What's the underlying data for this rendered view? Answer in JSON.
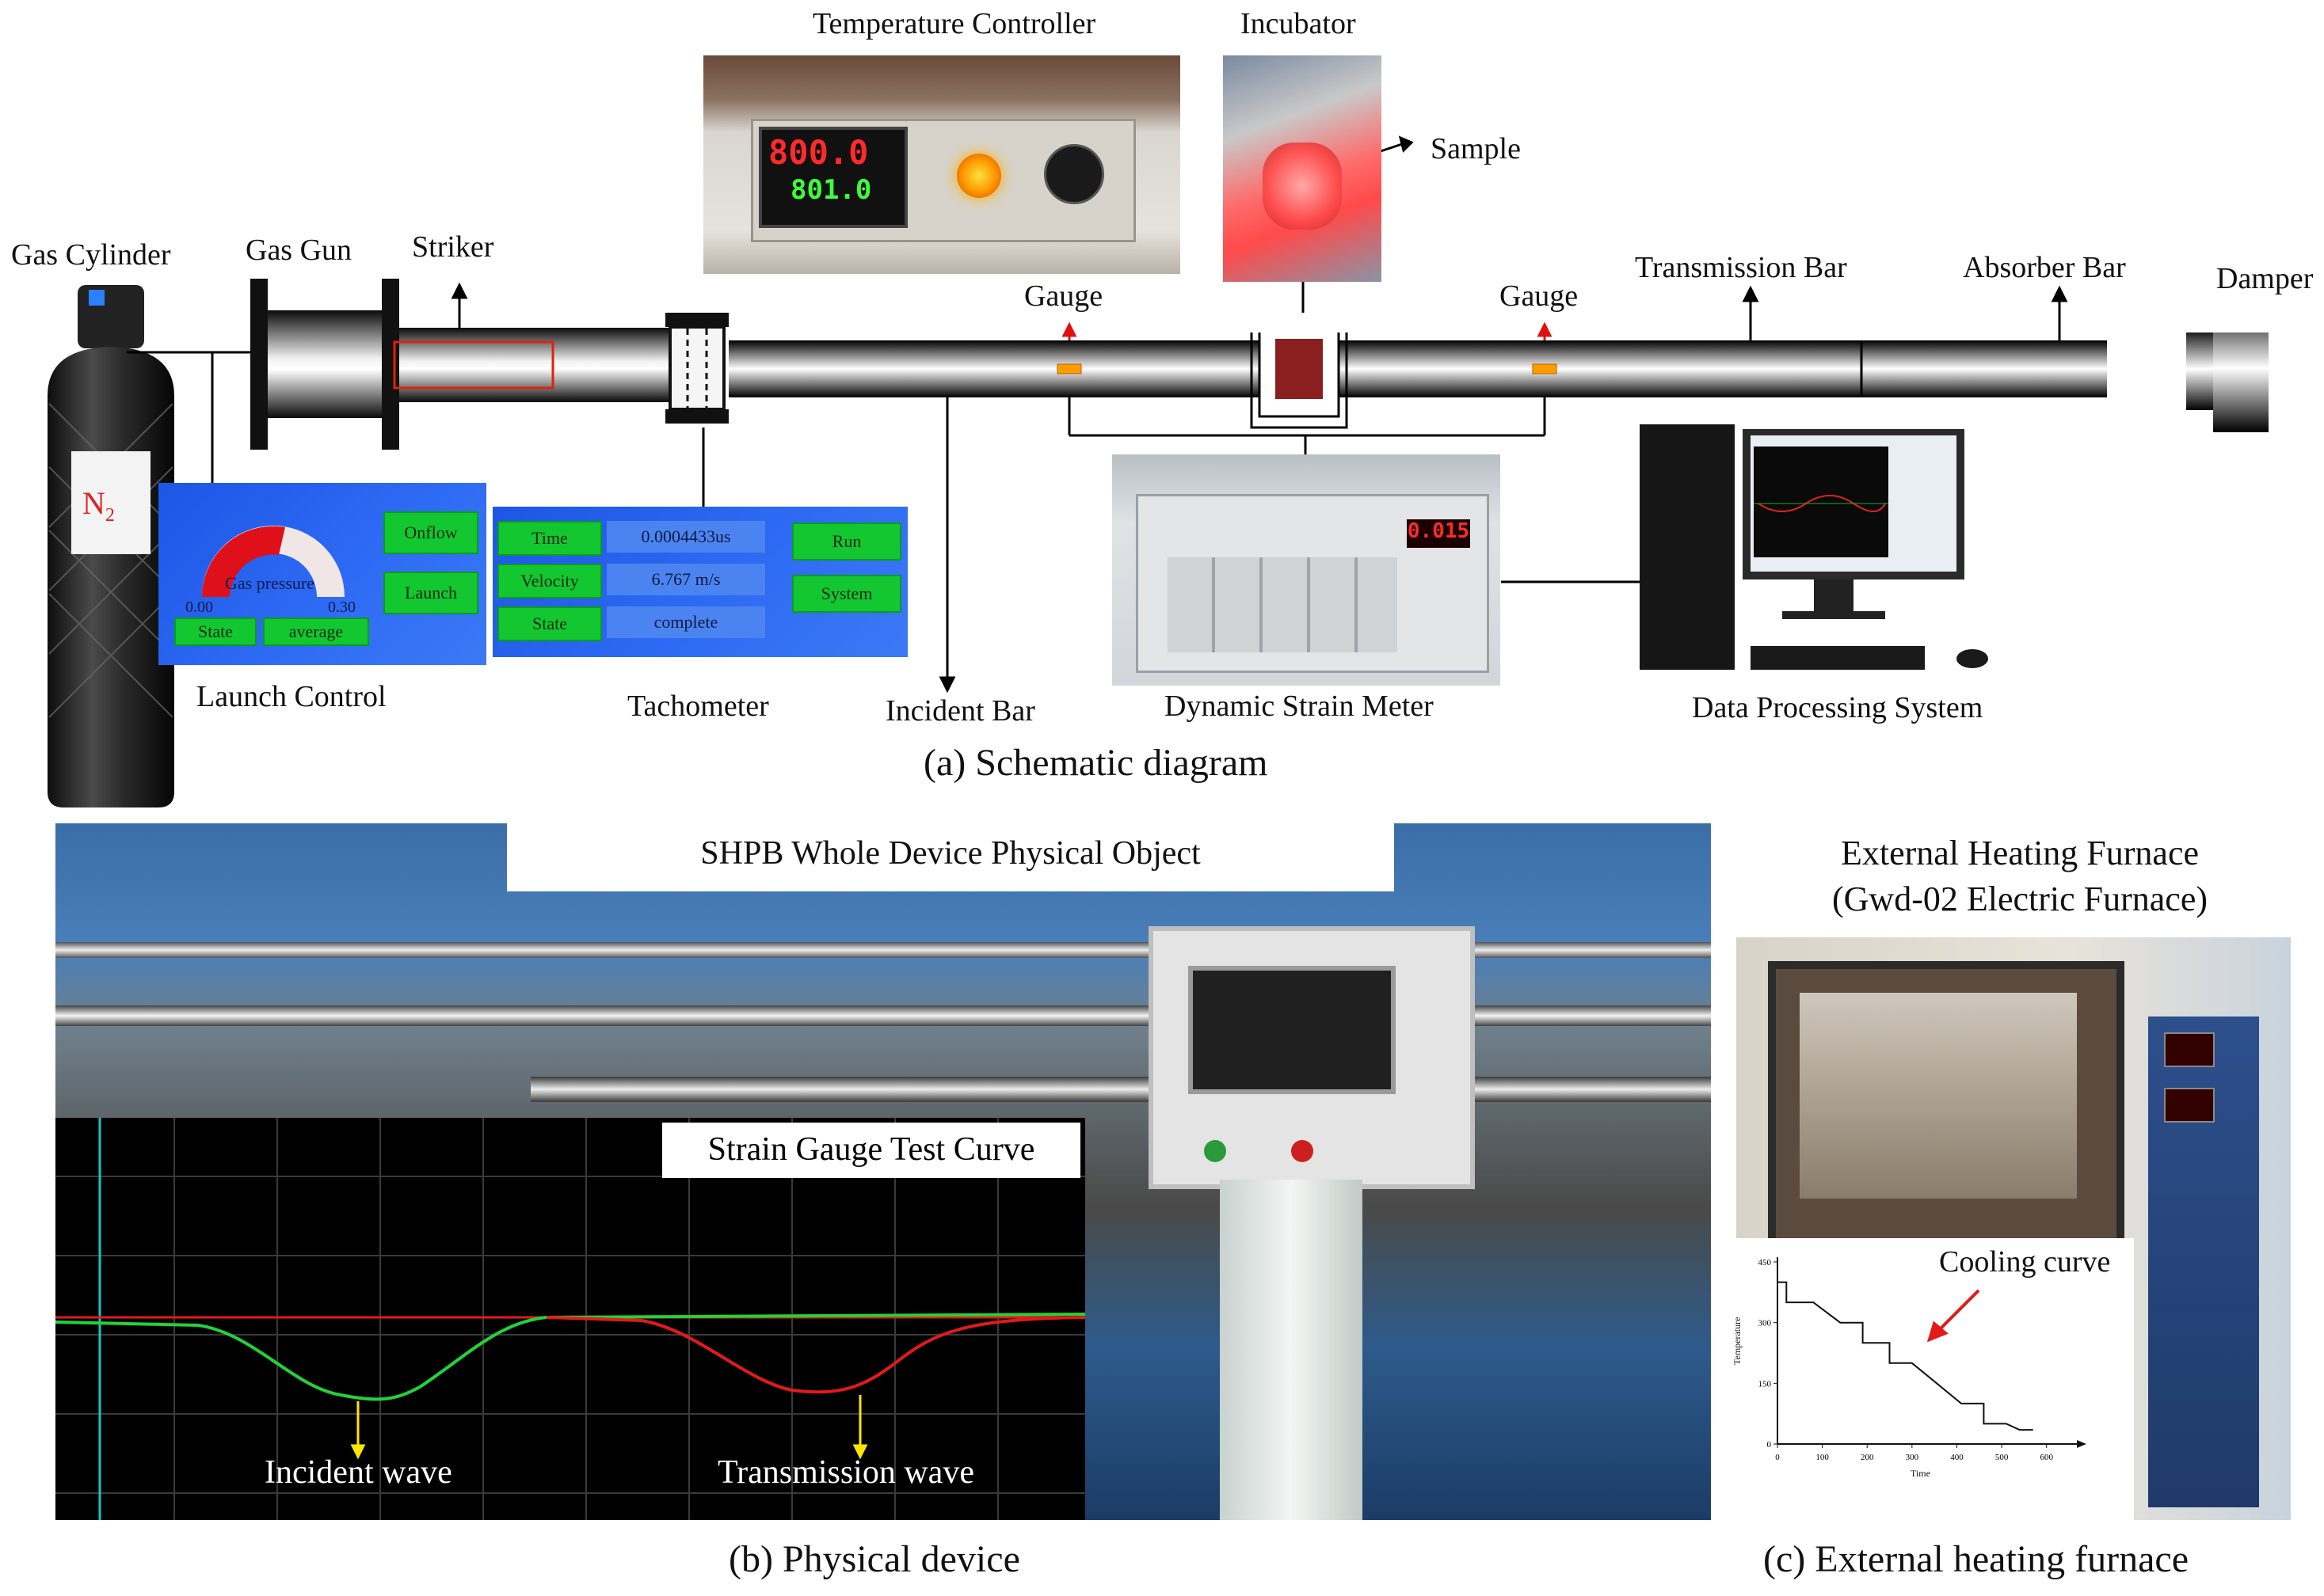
{
  "panel_a": {
    "caption": "(a) Schematic diagram",
    "labels": {
      "gas_cylinder": "Gas Cylinder",
      "gas_gun": "Gas Gun",
      "striker": "Striker",
      "temperature_controller": "Temperature Controller",
      "incubator": "Incubator",
      "sample": "Sample",
      "gauge_left": "Gauge",
      "gauge_right": "Gauge",
      "transmission_bar": "Transmission Bar",
      "absorber_bar": "Absorber Bar",
      "damper": "Damper",
      "launch_control": "Launch Control",
      "tachometer": "Tachometer",
      "incident_bar": "Incident Bar",
      "dynamic_strain_meter": "Dynamic Strain Meter",
      "data_processing_system": "Data Processing System",
      "n2": "N",
      "n2_sub": "2"
    },
    "temp_display": {
      "top": "800.0",
      "bottom": "801.0"
    },
    "strain_display": "0.015",
    "launch_panel": {
      "gauge_label": "Gas pressure",
      "gauge_min": "0.00",
      "gauge_max": "0.30",
      "state_label": "State",
      "state_value": "average",
      "onflow_button": "Onflow",
      "launch_button": "Launch"
    },
    "tacho_panel": {
      "time_label": "Time",
      "time_value": "0.0004433us",
      "velocity_label": "Velocity",
      "velocity_value": "6.767 m/s",
      "state_label": "State",
      "state_value": "complete",
      "run_button": "Run",
      "system_button": "System"
    }
  },
  "panel_b": {
    "caption": "(b) Physical device",
    "title": "SHPB Whole Device Physical Object",
    "curve_title": "Strain Gauge Test Curve",
    "incident_label": "Incident wave",
    "transmission_label": "Transmission wave"
  },
  "panel_c": {
    "caption": "(c) External heating furnace",
    "title_line1": "External Heating Furnace",
    "title_line2": "(Gwd-02 Electric Furnace)",
    "cooling_label": "Cooling curve"
  },
  "chart_data": [
    {
      "type": "line",
      "title": "",
      "xlabel": "Time",
      "ylabel": "Temperature",
      "xlim": [
        0,
        650
      ],
      "ylim": [
        0,
        450
      ],
      "xticks": [
        "0",
        "100",
        "200",
        "300",
        "400",
        "500",
        "600"
      ],
      "yticks": [
        "0",
        "150",
        "300",
        "450"
      ],
      "series": [
        {
          "x": [
            0,
            20,
            20,
            80,
            80,
            140,
            140,
            190,
            190,
            250,
            250,
            300,
            300,
            355,
            355,
            410,
            410,
            460,
            460,
            510,
            510,
            540,
            540,
            570
          ],
          "values": [
            400,
            400,
            350,
            350,
            350,
            300,
            300,
            300,
            250,
            250,
            200,
            200,
            200,
            150,
            150,
            100,
            100,
            100,
            50,
            50,
            50,
            35,
            35,
            35
          ]
        }
      ]
    }
  ],
  "colors": {
    "panel_blue": "#2f6cf4",
    "button_green": "#12c72f",
    "incident_curve": "#23d23a",
    "transmission_curve": "#e21a1a",
    "red_display": "#ff2a2a"
  }
}
